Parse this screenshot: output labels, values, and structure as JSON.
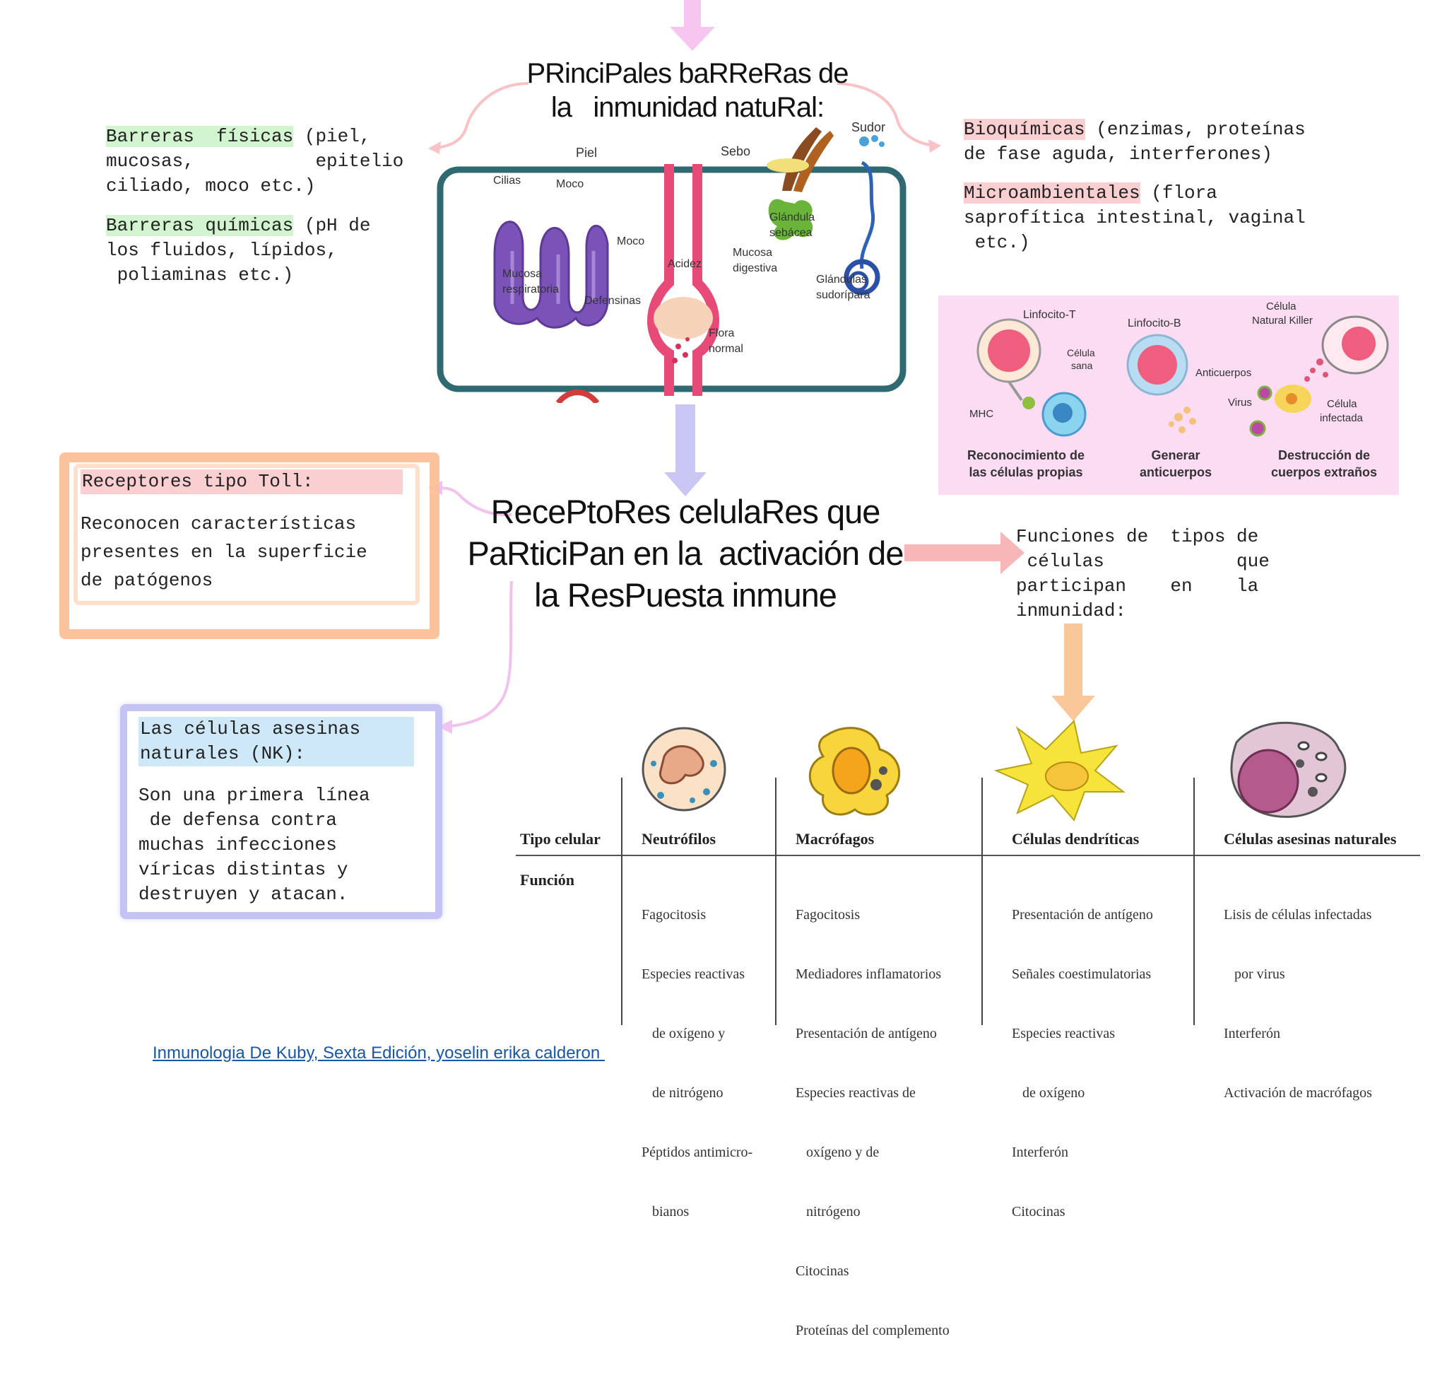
{
  "titles": {
    "barreras_line1": "PRinciPales baRReRas de",
    "barreras_line2": "la   inmunidad natuRal:",
    "receptores_line1": "RecePtoRes celulaRes que",
    "receptores_line2": "PaRticiPan en la  activación de",
    "receptores_line3": "la ResPuesta inmune"
  },
  "left_barriers": {
    "fisicas_label": "Barreras  físicas",
    "fisicas_rest1": " (piel,",
    "fisicas_rest2": "mucosas,           epitelio",
    "fisicas_rest3": "ciliado, moco etc.)",
    "quimicas_label": "Barreras químicas",
    "quimicas_rest1": " (pH de",
    "quimicas_rest2": "los fluidos, lípidos,",
    "quimicas_rest3": " poliaminas etc.)"
  },
  "right_barriers": {
    "bioquimicas_label": "Bioquímicas",
    "bioquimicas_rest1": " (enzimas, proteínas",
    "bioquimicas_rest2": "de fase aguda, interferones)",
    "micro_label": "Microambientales",
    "micro_rest1": " (flora",
    "micro_rest2": "saprofítica intestinal, vaginal",
    "micro_rest3": " etc.)"
  },
  "barrier_diagram": {
    "piel": "Piel",
    "cilias": "Cilias",
    "moco_top": "Moco",
    "mucosa_resp_1": "Mucosa",
    "mucosa_resp_2": "respiratoria",
    "moco_mid": "Moco",
    "defensinas": "Defensinas",
    "acidez": "Acidez",
    "sebo": "Sebo",
    "sudor": "Sudor",
    "glandula_1": "Glándula",
    "glandula_2": "sebácea",
    "mucosa_dig_1": "Mucosa",
    "mucosa_dig_2": "digestiva",
    "glandulas_1": "Glándulas",
    "glandulas_2": "sudorípara",
    "flora_1": "Flora",
    "flora_2": "normal"
  },
  "cells_panel": {
    "linfo_t": "Linfocito-T",
    "celula_sana_1": "Célula",
    "celula_sana_2": "sana",
    "mhc": "MHC",
    "linfo_b": "Linfocito-B",
    "anticuerpos": "Anticuerpos",
    "nk_1": "Célula",
    "nk_2": "Natural Killer",
    "virus": "Virus",
    "infectada_1": "Célula",
    "infectada_2": "infectada",
    "cap1_1": "Reconocimiento de",
    "cap1_2": "las células propias",
    "cap2_1": "Generar",
    "cap2_2": "anticuerpos",
    "cap3_1": "Destrucción de",
    "cap3_2": "cuerpos extraños"
  },
  "toll_box": {
    "title": "Receptores tipo Toll:",
    "line1": "Reconocen características",
    "line2": "presentes en la superficie",
    "line3": "de patógenos"
  },
  "nk_box": {
    "title1": "Las células asesinas",
    "title2": "naturales (NK):",
    "line1": "Son una primera línea",
    "line2": " de defensa contra",
    "line3": "muchas infecciones",
    "line4": "víricas distintas y",
    "line5": "destruyen y atacan."
  },
  "funciones": {
    "line1": "Funciones de  tipos de",
    "line2": " células            que",
    "line3": "participan    en    la",
    "line4": "inmunidad:"
  },
  "cell_table": {
    "tipo_label": "Tipo celular",
    "funcion_label": "Función",
    "columns": [
      {
        "name": "Neutrófilos",
        "functions": [
          "Fagocitosis",
          "Especies reactivas",
          "   de oxígeno y",
          "   de nitrógeno",
          "Péptidos antimicro-",
          "   bianos"
        ]
      },
      {
        "name": "Macrófagos",
        "functions": [
          "Fagocitosis",
          "Mediadores inflamatorios",
          "Presentación de antígeno",
          "Especies reactivas de",
          "   oxígeno y de",
          "   nitrógeno",
          "Citocinas",
          "Proteínas del complemento"
        ]
      },
      {
        "name": "Células dendríticas",
        "functions": [
          "Presentación de antígeno",
          "Señales coestimulatorias",
          "Especies reactivas",
          "   de oxígeno",
          "Interferón",
          "Citocinas"
        ]
      },
      {
        "name": "Células asesinas naturales",
        "functions": [
          "Lisis de células infectadas",
          "   por virus",
          "Interferón",
          "Activación de macrófagos"
        ]
      }
    ]
  },
  "source_link": "Inmunologia De Kuby, Sexta Edición, yoselin erika calderon ",
  "colors": {
    "pink_arrow": "#f6c6f0",
    "lavender_arrow": "#c9c6f4",
    "peach_arrow": "#f9c79a",
    "salmon_arrow": "#f7b7b9",
    "toll_border": "#fbbf97",
    "nk_border": "#c5c3f5",
    "panel_bg": "#fbdcf3",
    "diagram_frame": "#2f6a73"
  }
}
